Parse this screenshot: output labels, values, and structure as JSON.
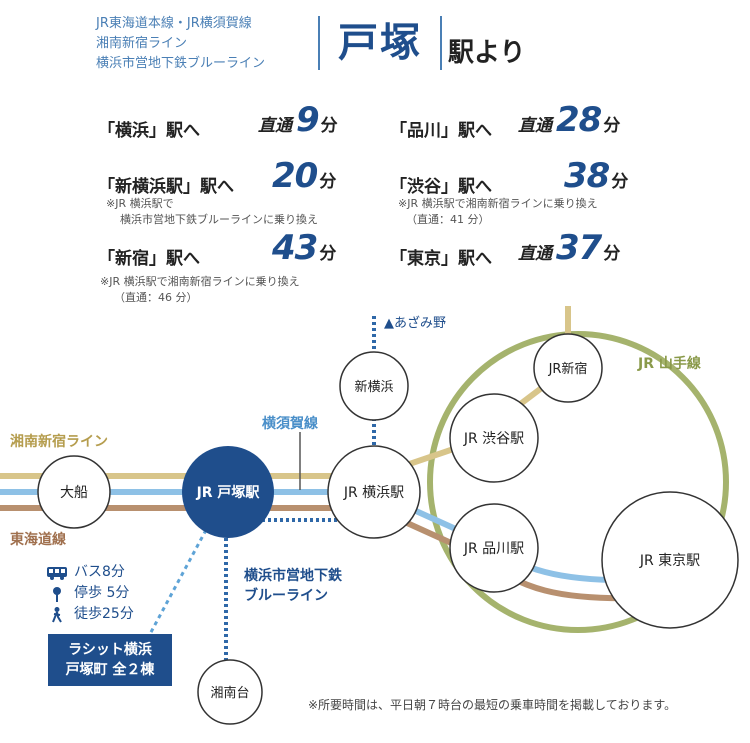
{
  "header": {
    "lines": [
      "JR東海道本線・JR横須賀線",
      "湘南新宿ライン",
      "横浜市営地下鉄ブルーライン"
    ],
    "station": "戸塚",
    "suffix": "駅より"
  },
  "access": [
    {
      "dest": "「横浜」駅へ",
      "label": "直通",
      "minutes": "9",
      "unit": "分"
    },
    {
      "dest": "「品川」駅へ",
      "label": "直通",
      "minutes": "28",
      "unit": "分"
    },
    {
      "dest": "「新横浜駅」駅へ",
      "label": "",
      "minutes": "20",
      "unit": "分",
      "note1": "※JR 横浜駅で",
      "note2": "横浜市営地下鉄ブルーラインに乗り換え"
    },
    {
      "dest": "「渋谷」駅へ",
      "label": "",
      "minutes": "38",
      "unit": "分",
      "note1": "※JR 横浜駅で湘南新宿ラインに乗り換え",
      "note2": "（直通：41 分）"
    },
    {
      "dest": "「新宿」駅へ",
      "label": "",
      "minutes": "43",
      "unit": "分",
      "note1": "※JR 横浜駅で湘南新宿ラインに乗り換え",
      "note2": "（直通：46 分）"
    },
    {
      "dest": "「東京」駅へ",
      "label": "直通",
      "minutes": "37",
      "unit": "分"
    }
  ],
  "map": {
    "azamino": "▲あざみ野",
    "yamanote": "JR 山手線",
    "shonan_shinjuku": "湘南新宿ライン",
    "yokosuka": "横須賀線",
    "tokaido": "東海道線",
    "blueline1": "横浜市営地下鉄",
    "blueline2": "ブルーライン",
    "stations": {
      "ofuna": "大船",
      "totsuka": "JR 戸塚駅",
      "yokohama": "JR 横浜駅",
      "shinyokohama": "新横浜",
      "shibuya": "JR 渋谷駅",
      "shinjuku": "JR新宿",
      "shinagawa": "JR 品川駅",
      "tokyo": "JR 東京駅",
      "shonandai": "湘南台"
    }
  },
  "legend": {
    "bus": "バス8分",
    "stop": "停歩 5分",
    "walk": "徒歩25分"
  },
  "property": {
    "line1": "ラシット横浜",
    "line2": "戸塚町 全２棟"
  },
  "footnote": "※所要時間は、平日朝７時台の最短の乗車時間を掲載しております。",
  "colors": {
    "navy": "#1f4e8c",
    "blue_text": "#4a7fb5",
    "shonan_line": "#d8c58a",
    "yokosuka_line": "#8ec1e6",
    "tokaido_line": "#b8906f",
    "yamanote_line": "#a5b36d",
    "subway_dots": "#2f68a8"
  }
}
